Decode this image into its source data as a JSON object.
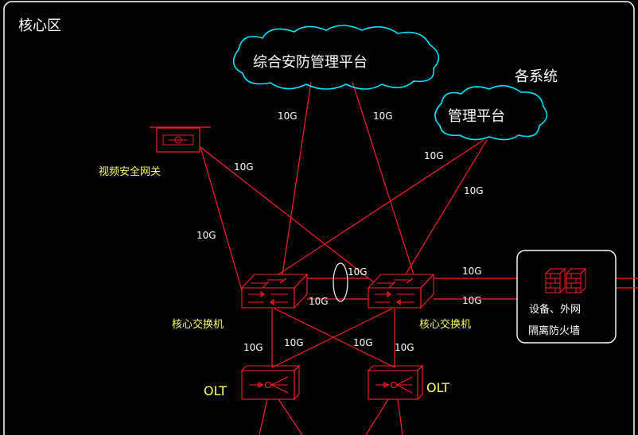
{
  "zone_title": "核心区",
  "clouds": {
    "security_platform": "综合安防管理平台",
    "systems_title": "各系统",
    "management_platform": "管理平台"
  },
  "devices": {
    "video_gateway": "视频安全网关",
    "core_switch_left": "核心交换机",
    "core_switch_right": "核心交换机",
    "olt_left": "OLT",
    "olt_right": "OLT",
    "firewall_line1": "设备、外网",
    "firewall_line2": "隔离防火墙"
  },
  "links": {
    "gw_to_right_switch": "10G",
    "gw_to_left_switch": "10G",
    "platform_to_left_switch": "10G",
    "platform_to_right_switch": "10G",
    "mgmt_to_left_switch": "10G",
    "mgmt_to_right_switch": "10G",
    "switch_stack_top": "10G",
    "switch_stack_bottom": "10G",
    "firewall_top": "10G",
    "firewall_bottom": "10G",
    "olt_left_vertical": "10G",
    "olt_left_cross": "10G",
    "olt_right_cross": "10G",
    "olt_right_vertical": "10G"
  },
  "colors": {
    "line": "#ff2020",
    "cloud": "#00e5ff",
    "frame": "#ffffff",
    "label_yellow": "#ffff66",
    "label_white": "#ffffff"
  }
}
